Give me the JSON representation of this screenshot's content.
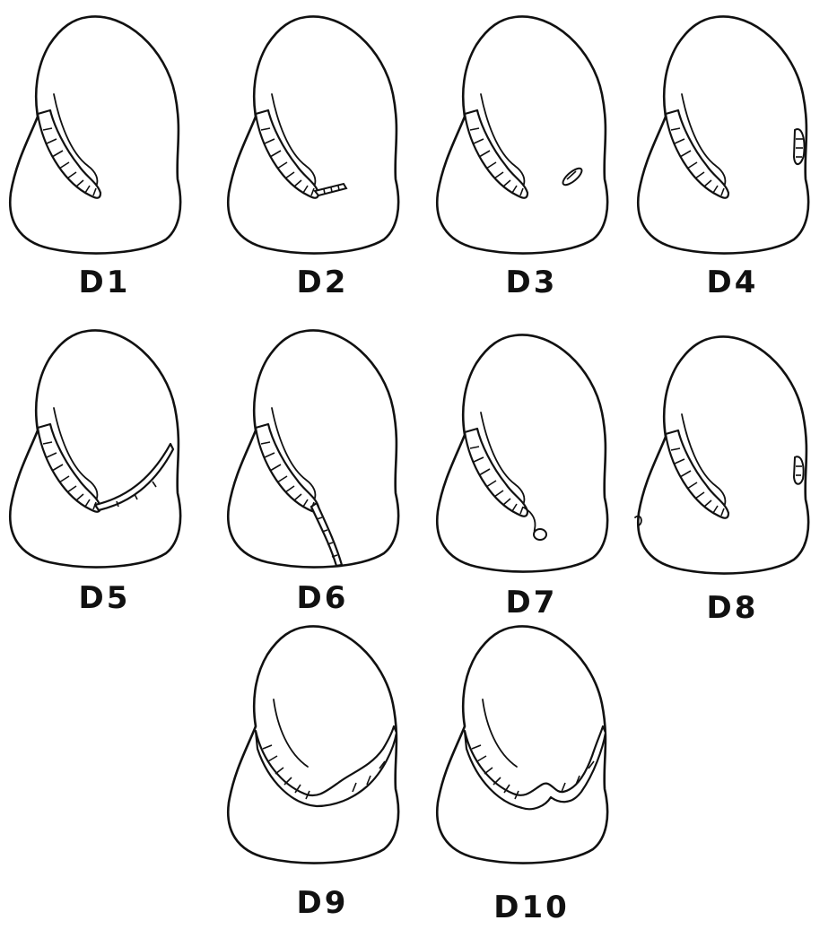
{
  "figure": {
    "panels": [
      {
        "label": "D1",
        "variant": "base"
      },
      {
        "label": "D2",
        "variant": "notch-extension"
      },
      {
        "label": "D3",
        "variant": "isolated-lesion"
      },
      {
        "label": "D4",
        "variant": "lateral-lesion"
      },
      {
        "label": "D5",
        "variant": "band-along-rim"
      },
      {
        "label": "D6",
        "variant": "band-to-lower-rim"
      },
      {
        "label": "D7",
        "variant": "hooked-extension"
      },
      {
        "label": "D8",
        "variant": "lateral-and-edge"
      },
      {
        "label": "D9",
        "variant": "double-fold"
      },
      {
        "label": "D10",
        "variant": "triple-fold"
      }
    ]
  },
  "colors": {
    "ink": "#111111",
    "background": "#ffffff"
  }
}
